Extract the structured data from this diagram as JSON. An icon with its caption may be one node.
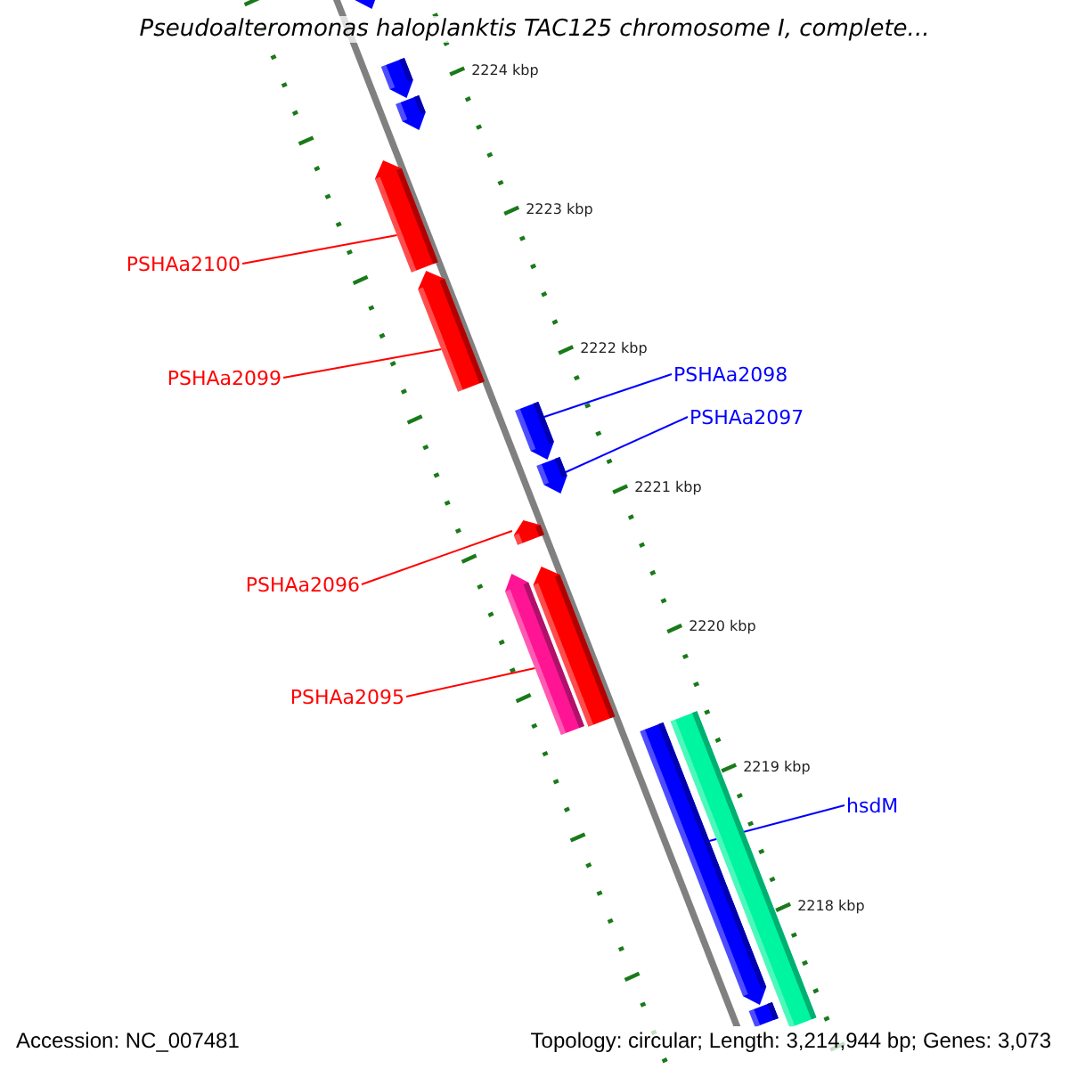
{
  "diagram": {
    "title": "Pseudoalteromonas haloplanktis TAC125 chromosome I, complete...",
    "nodes": [
      {
        "text": [],
        "shape": "arrow"
      },
      {
        "text": [],
        "shape": "arrow"
      },
      {
        "text": [],
        "shape": "arrow"
      },
      {
        "text": [],
        "shape": "arrow"
      },
      {
        "text": [
          "PSHAa2100"
        ]
      },
      {
        "text": [],
        "shape": "arrow"
      },
      {
        "text": [
          "PSHAa2099"
        ]
      },
      {
        "text": [
          "PSHAa2098"
        ]
      },
      {
        "text": [],
        "shape": "arrow"
      },
      {
        "text": [
          "PSHAa2097"
        ]
      },
      {
        "text": [],
        "shape": "arrow"
      },
      {
        "text": [],
        "shape": "arrow"
      },
      {
        "text": [
          "PSHAa2096"
        ]
      },
      {
        "text": [],
        "shape": "arrow"
      },
      {
        "text": [],
        "shape": "arrow"
      },
      {
        "text": [
          "PSHAa2095"
        ]
      },
      {
        "text": [],
        "shape": "bar"
      },
      {
        "text": [],
        "shape": "arrow"
      },
      {
        "text": [
          "hsdM"
        ]
      },
      {
        "text": [],
        "shape": "bar"
      }
    ],
    "edges": [
      {
        "from": 4,
        "to": 3,
        "arrow": "none"
      },
      {
        "from": 6,
        "to": 5,
        "arrow": "none"
      },
      {
        "from": 7,
        "to": 8,
        "arrow": "none",
        "color": "#0000ff"
      },
      {
        "from": 9,
        "to": 10,
        "arrow": "none",
        "color": "#0000ff"
      },
      {
        "from": 12,
        "to": 11,
        "arrow": "none"
      },
      {
        "from": 15,
        "to": 14,
        "arrow": "none"
      },
      {
        "from": 18,
        "to": 17,
        "arrow": "none",
        "color": "#0000ff"
      }
    ],
    "labels": [
      "2224 kbp",
      "2223 kbp",
      "2222 kbp",
      "2221 kbp",
      "2220 kbp",
      "2219 kbp",
      "2218 kbp",
      "Accession: NC_007481",
      "Topology: circular; Length: 3,214,944 bp; Genes: 3,073"
    ]
  }
}
